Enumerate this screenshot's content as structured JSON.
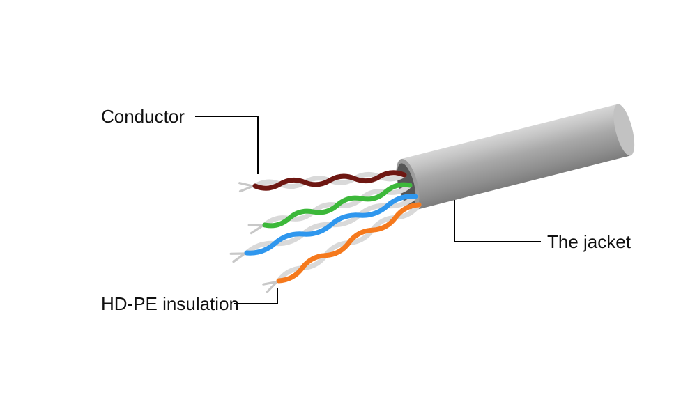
{
  "labels": {
    "conductor": "Conductor",
    "insulation": "HD-PE insulation",
    "jacket": "The jacket"
  },
  "colors": {
    "maroon": "#6E1712",
    "green": "#3CB83A",
    "blue": "#2F97EE",
    "orange": "#F5791D",
    "white_wire": "#D9D9D9",
    "bare_tip": "#C8C8C8",
    "jacket_light": "#D2D2D2",
    "jacket_mid": "#A9A9A9",
    "jacket_dark": "#7F7F7F",
    "jacket_cap": "#C2C2C2",
    "jacket_opening_rim": "#9C9C9C",
    "jacket_opening_inner": "#565656",
    "line": "#000000",
    "background": "#FFFFFF"
  }
}
